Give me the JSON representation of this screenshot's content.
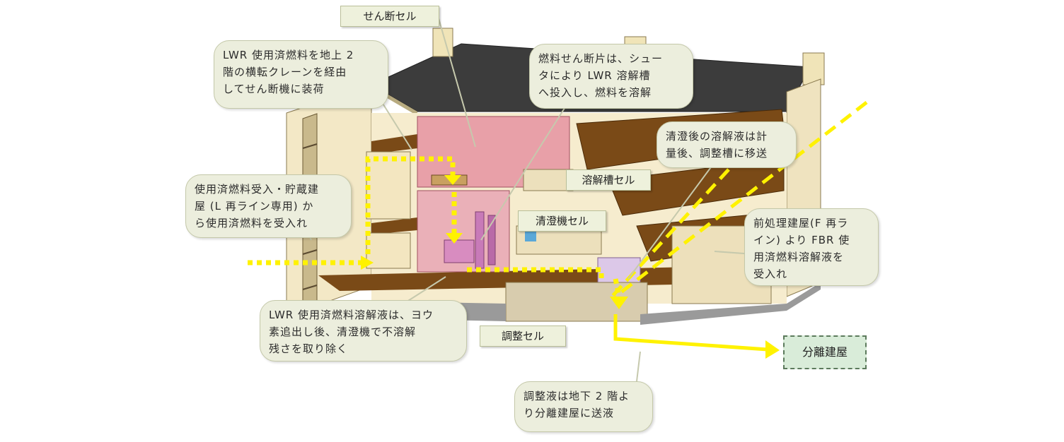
{
  "labels": {
    "shear_cell": "せん断セル",
    "dissolver_cell": "溶解槽セル",
    "clarifier_cell": "清澄機セル",
    "adjust_cell": "調整セル",
    "separation_building": "分離建屋"
  },
  "callouts": {
    "lwr_crane": [
      "LWR 使用済燃料を地上 2",
      "階の横転クレーンを経由",
      "してせん断機に装荷"
    ],
    "chute": [
      "燃料せん断片は、シュー",
      "タにより LWR 溶解槽",
      "へ投入し、燃料を溶解"
    ],
    "clarified": [
      "清澄後の溶解液は計",
      "量後、調整槽に移送"
    ],
    "receiving": [
      "使用済燃料受入・貯蔵建",
      "屋 (L 再ライン専用) か",
      "ら使用済燃料を受入れ"
    ],
    "pretreatment": [
      "前処理建屋(F 再ラ",
      "イン) より FBR 使",
      "用済燃料溶解液を",
      "受入れ"
    ],
    "lwr_solution": [
      "LWR 使用済燃料溶解液は、ヨウ",
      "素追出し後、清澄機で不溶解",
      "残さを取り除く"
    ],
    "adjusted": [
      "調整液は地下 2 階よ",
      "り分離建屋に送液"
    ]
  },
  "colors": {
    "roof": "#3c3c3c",
    "wall": "#f3e8c6",
    "floor": "#7a4a17",
    "pink_cell": "#e8a0a8",
    "flow_yellow": "#fff200",
    "callout_fill": "#eceedd"
  }
}
